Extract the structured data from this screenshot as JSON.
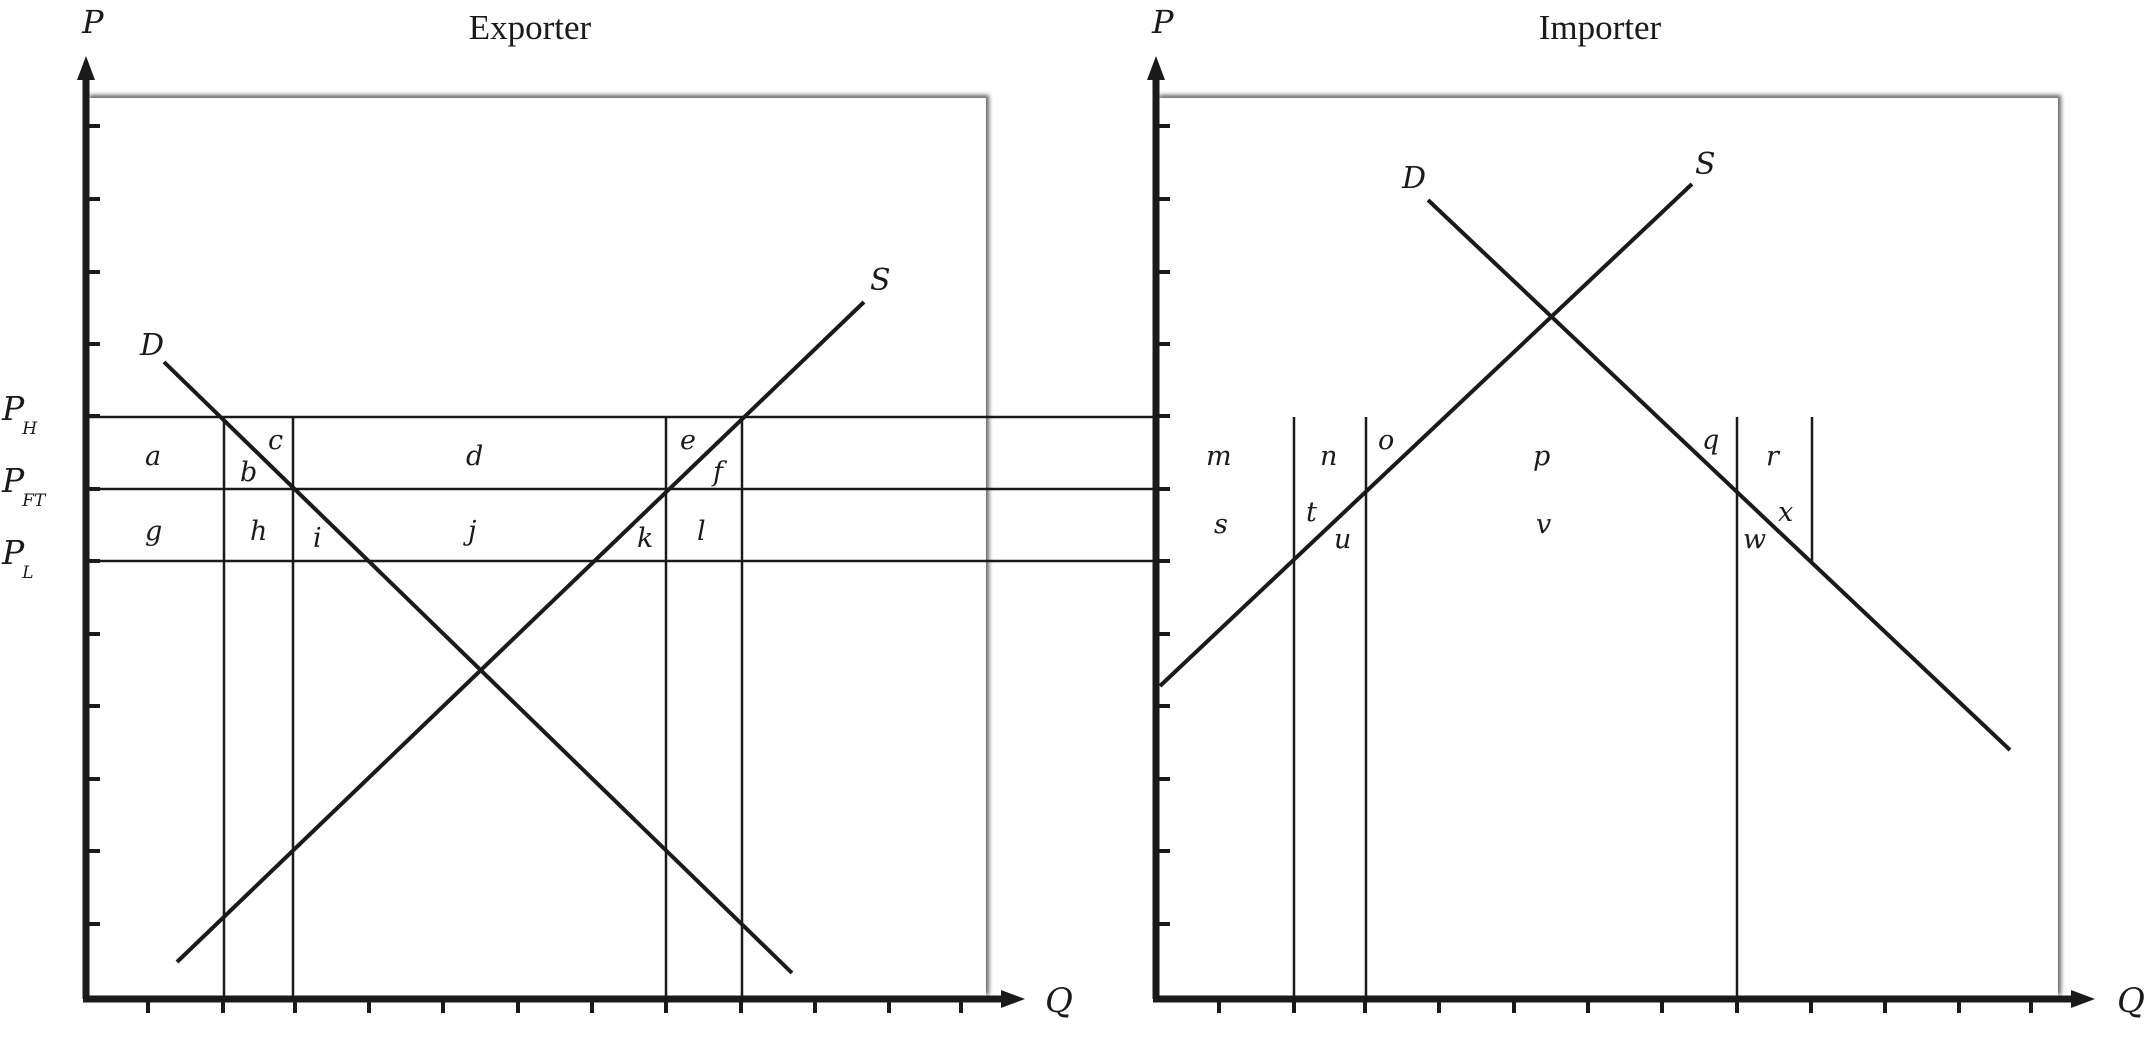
{
  "panels": {
    "exporter": {
      "title": "Exporter",
      "p_axis": "P",
      "q_axis": "Q",
      "demand_label": "D",
      "supply_label": "S",
      "price_labels": {
        "high": "P",
        "high_sub": "H",
        "free_trade": "P",
        "free_trade_sub": "FT",
        "low": "P",
        "low_sub": "L"
      },
      "regions": {
        "a": "a",
        "b": "b",
        "c": "c",
        "d": "d",
        "e": "e",
        "f": "f",
        "g": "g",
        "h": "h",
        "i": "i",
        "j": "j",
        "k": "k",
        "l": "l"
      }
    },
    "importer": {
      "title": "Importer",
      "p_axis": "P",
      "q_axis": "Q",
      "demand_label": "D",
      "supply_label": "S",
      "regions": {
        "m": "m",
        "n": "n",
        "o": "o",
        "p": "p",
        "q": "q",
        "r": "r",
        "s": "s",
        "t": "t",
        "u": "u",
        "v": "v",
        "w": "w",
        "x": "x"
      }
    }
  },
  "colors": {
    "ink": "#1a1a1a",
    "panel_shadow": "#555555"
  }
}
